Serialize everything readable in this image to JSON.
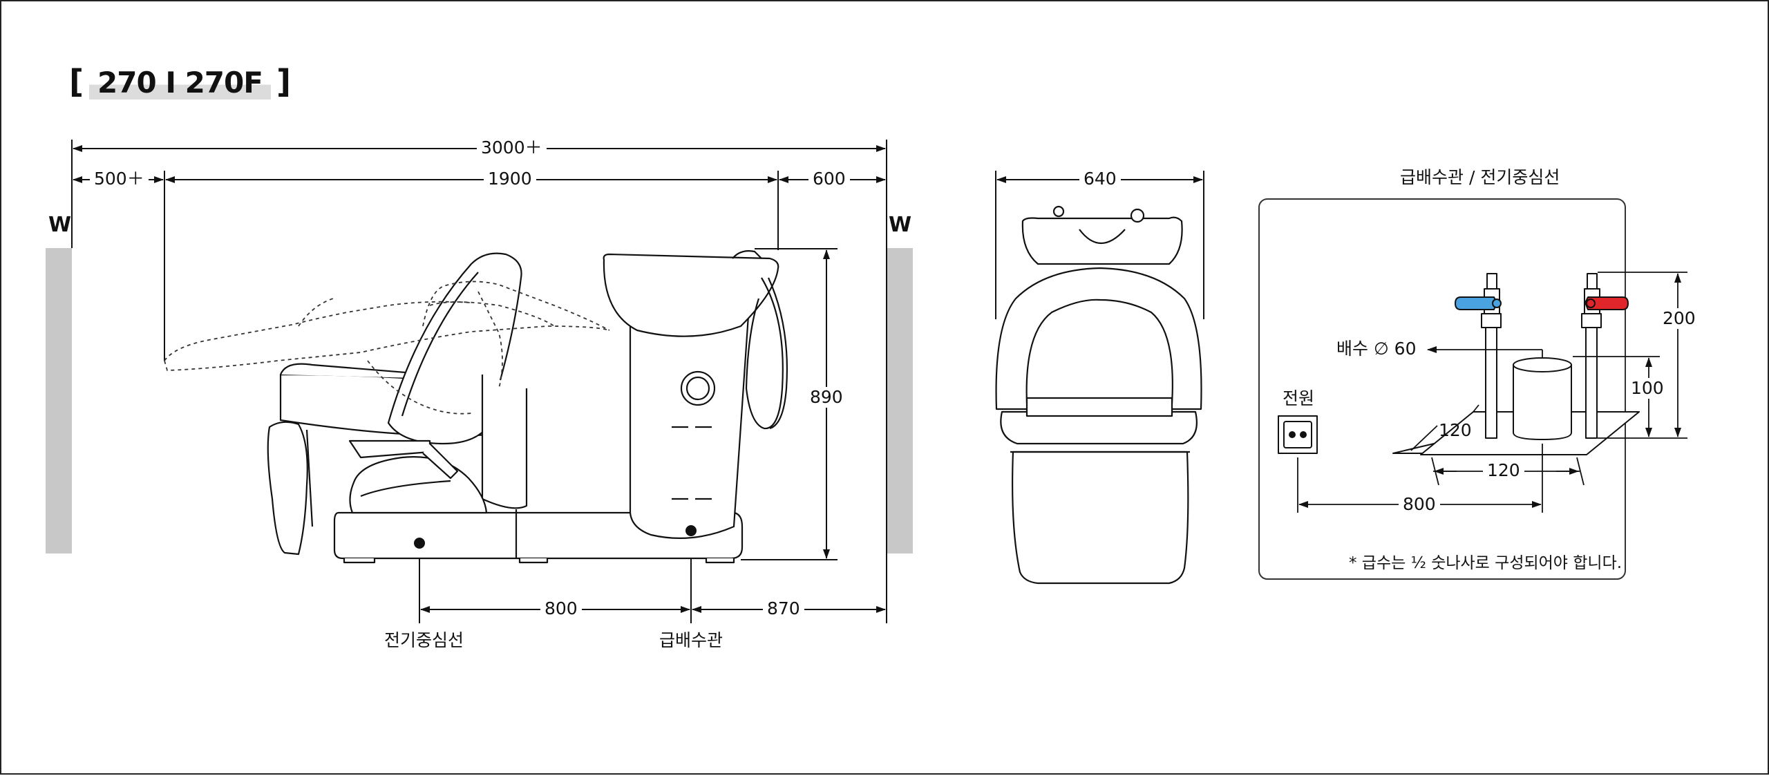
{
  "title": "270 I 270F",
  "title_brackets": [
    "[",
    "]"
  ],
  "wall_marker": "W",
  "side_view": {
    "overall_width": "3000＋",
    "rear_clearance": "500＋",
    "chair_span": "1900",
    "front_clearance": "600",
    "height": "890",
    "electric_to_plumbing": "800",
    "plumbing_to_wall": "870",
    "electric_center_label": "전기중심선",
    "plumbing_label": "급배수관"
  },
  "front_view": {
    "width": "640"
  },
  "detail_panel": {
    "heading": "급배수관 / 전기중심선",
    "drain_label": "배수 ∅ 60",
    "power_label": "전원",
    "height_pipe": "200",
    "height_drain": "100",
    "depth": "120",
    "spacing": "120",
    "outlet_distance": "800",
    "note": "* 급수는 ½ 숫나사로 구성되어야 합니다.",
    "cold_valve_color": "#4aa3e0",
    "hot_valve_color": "#e0262a"
  }
}
